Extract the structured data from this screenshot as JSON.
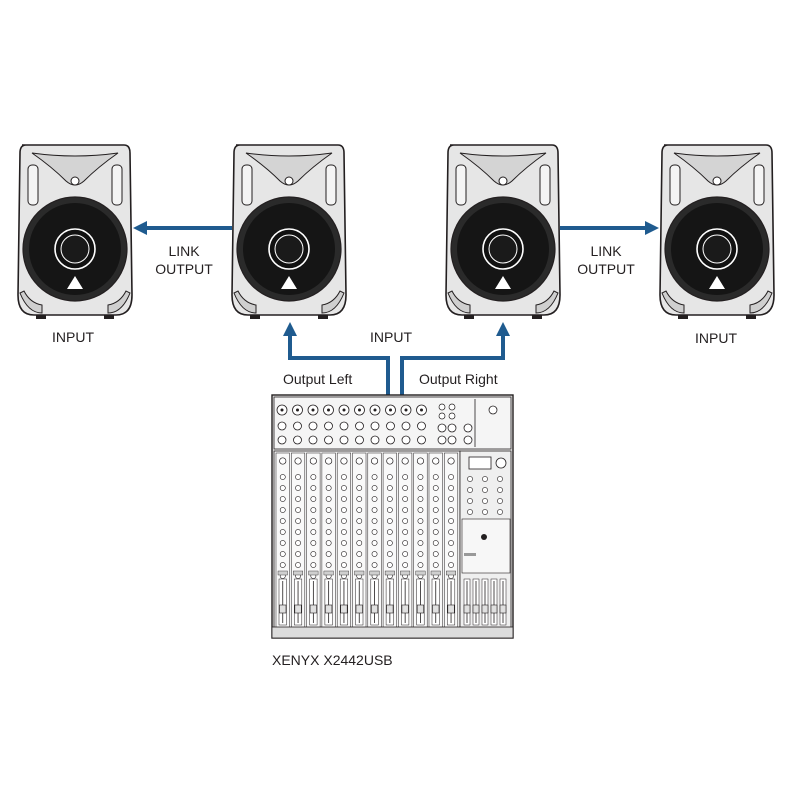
{
  "labels": {
    "input_left": "INPUT",
    "input_right": "INPUT",
    "input_center": "INPUT",
    "link_left_line1": "LINK",
    "link_left_line2": "OUTPUT",
    "link_right_line1": "LINK",
    "link_right_line2": "OUTPUT",
    "output_left": "Output Left",
    "output_right": "Output Right",
    "mixer_model": "XENYX X2442USB"
  },
  "colors": {
    "cable": "#1f5b8f",
    "outline": "#231f20",
    "cabinet": "#e6e6e6",
    "woofer": "#1a1a1a",
    "mixer_face": "#ececec"
  }
}
